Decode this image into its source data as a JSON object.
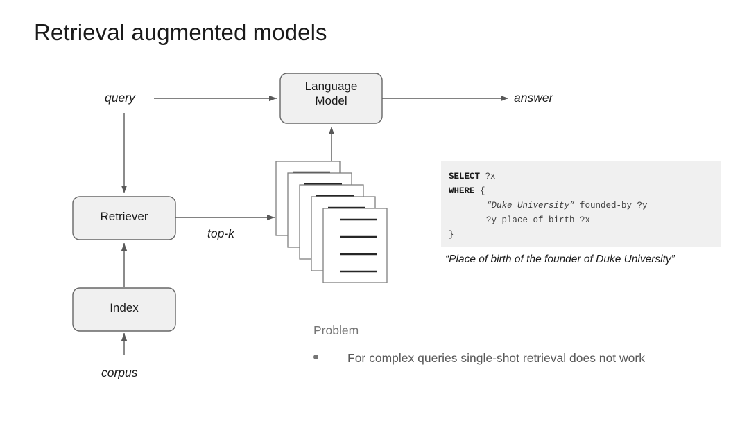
{
  "slide": {
    "title": "Retrieval augmented models"
  },
  "diagram": {
    "nodes": [
      {
        "id": "language-model",
        "line1": "Language",
        "line2": "Model"
      },
      {
        "id": "retriever",
        "line1": "Retriever",
        "line2": ""
      },
      {
        "id": "index",
        "line1": "Index",
        "line2": ""
      }
    ],
    "edge_labels": {
      "query": "query",
      "answer": "answer",
      "topk": "top-k",
      "corpus": "corpus"
    },
    "documents": {
      "count": 5,
      "front_line_count": 4
    },
    "colors": {
      "node_fill": "#f0f0f0",
      "node_stroke": "#666666",
      "arrow_stroke": "#595959",
      "doc_stroke": "#808080",
      "doc_line": "#262626"
    }
  },
  "sparql": {
    "lines": [
      {
        "keyword": "SELECT",
        "rest": " ?x",
        "indent": false,
        "literal": ""
      },
      {
        "keyword": "WHERE",
        "rest": " {",
        "indent": false,
        "literal": ""
      },
      {
        "keyword": "",
        "rest": " founded-by ?y",
        "indent": true,
        "literal": "“Duke University”"
      },
      {
        "keyword": "",
        "rest": "?y place-of-birth ?x",
        "indent": true,
        "literal": ""
      },
      {
        "keyword": "",
        "rest": "}",
        "indent": false,
        "literal": ""
      }
    ],
    "line1_keyword": "SELECT",
    "line1_rest": " ?x",
    "line2_keyword": "WHERE",
    "line2_rest": " {",
    "line3_literal": "“Duke University”",
    "line3_rest": " founded-by ?y",
    "line4_text": "?y place-of-birth ?x",
    "line5_text": "}",
    "caption": "“Place of birth of the founder of Duke University”",
    "background": "#f0f0f0"
  },
  "problem": {
    "heading": "Problem",
    "bullets": [
      "For complex queries single-shot retrieval does not work"
    ],
    "bullet0": "For complex queries single-shot retrieval does not work",
    "color": "#757575"
  }
}
